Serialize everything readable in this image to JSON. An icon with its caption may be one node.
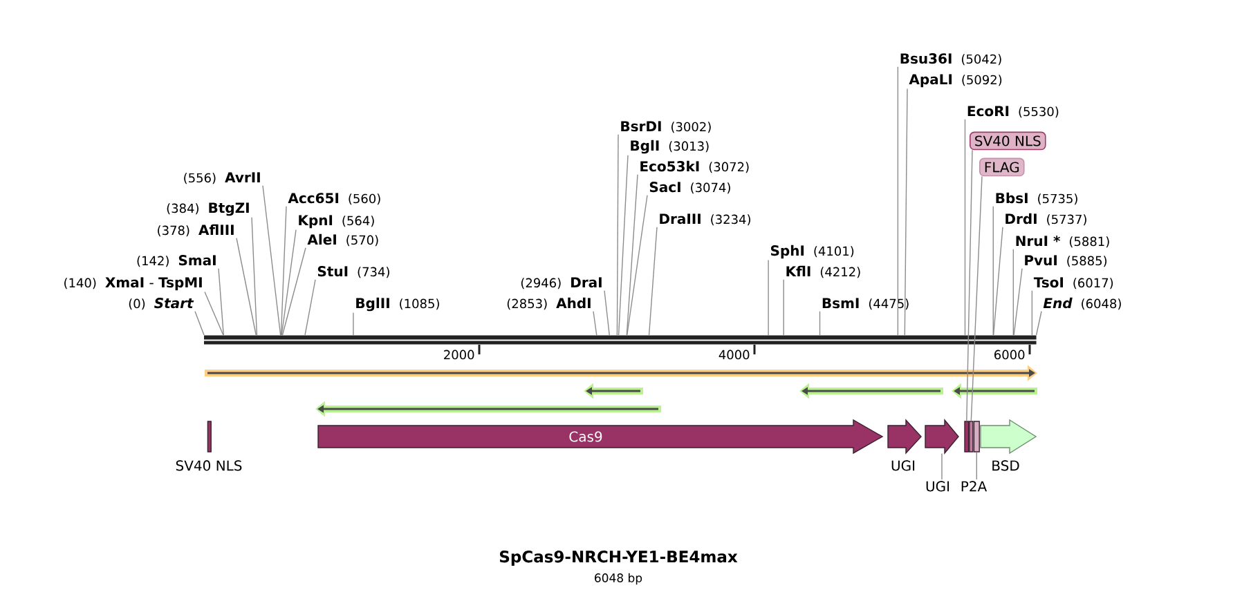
{
  "diagram": {
    "title": "SpCas9-NRCH-YE1-BE4max",
    "caption": "6048 bp",
    "nodes": [
      {
        "text": [],
        "shape": "bar",
        "beside": [
          "2000",
          "4000",
          "6000"
        ]
      },
      {
        "text": [
          "(0)",
          "Start"
        ]
      },
      {
        "text": [
          "(140)",
          "**XmaI** - **TspMI**"
        ]
      },
      {
        "text": [
          "(142)",
          "SmaI"
        ]
      },
      {
        "text": [
          "(378)",
          "AflIII"
        ]
      },
      {
        "text": [
          "(384)",
          "BtgZI"
        ]
      },
      {
        "text": [
          "(556)",
          "AvrII"
        ]
      },
      {
        "text": [
          "Acc65I",
          "(560)"
        ]
      },
      {
        "text": [
          "KpnI",
          "(564)"
        ]
      },
      {
        "text": [
          "AleI",
          "(570)"
        ]
      },
      {
        "text": [
          "StuI",
          "(734)"
        ]
      },
      {
        "text": [
          "BglII",
          "(1085)"
        ]
      },
      {
        "text": [
          "(2853)",
          "AhdI"
        ]
      },
      {
        "text": [
          "(2946)",
          "DraI"
        ]
      },
      {
        "text": [
          "BsrDI",
          "(3002)"
        ]
      },
      {
        "text": [
          "BglI",
          "(3013)"
        ]
      },
      {
        "text": [
          "Eco53kI",
          "(3072)"
        ]
      },
      {
        "text": [
          "SacI",
          "(3074)"
        ]
      },
      {
        "text": [
          "DraIII",
          "(3234)"
        ]
      },
      {
        "text": [
          "SphI",
          "(4101)"
        ]
      },
      {
        "text": [
          "KflI",
          "(4212)"
        ]
      },
      {
        "text": [
          "BsmI",
          "(4475)"
        ]
      },
      {
        "text": [
          "Bsu36I",
          "(5042)"
        ]
      },
      {
        "text": [
          "ApaLI",
          "(5092)"
        ]
      },
      {
        "text": [
          "EcoRI",
          "(5530)"
        ]
      },
      {
        "text": [
          "BbsI",
          "(5735)"
        ]
      },
      {
        "text": [
          "DrdI",
          "(5737)"
        ]
      },
      {
        "text": [
          "NruI *",
          "(5881)"
        ]
      },
      {
        "text": [
          "PvuI",
          "(5885)"
        ]
      },
      {
        "text": [
          "TsoI",
          "(6017)"
        ]
      },
      {
        "text": [
          "End",
          "(6048)"
        ]
      },
      {
        "text": [
          "SV40 NLS"
        ]
      },
      {
        "text": [
          "FLAG"
        ]
      },
      {
        "text": [
          "SV40 NLS"
        ]
      },
      {
        "text": [
          "Cas9"
        ]
      },
      {
        "text": [
          "UGI"
        ]
      },
      {
        "text": [],
        "shape": "arrow"
      },
      {
        "text": [],
        "shape": "box"
      },
      {
        "text": [],
        "shape": "box"
      },
      {
        "text": [],
        "shape": "box"
      },
      {
        "text": [
          "BSD"
        ]
      },
      {
        "text": [
          "UGI"
        ]
      },
      {
        "text": [
          "P2A"
        ]
      }
    ],
    "edges": [
      {
        "from": 1,
        "to": 0,
        "arrow": "none"
      },
      {
        "from": 2,
        "to": 0,
        "arrow": "none"
      },
      {
        "from": 3,
        "to": 0,
        "arrow": "none"
      },
      {
        "from": 4,
        "to": 0,
        "arrow": "none"
      },
      {
        "from": 5,
        "to": 0,
        "arrow": "none"
      },
      {
        "from": 6,
        "to": 0,
        "arrow": "none"
      },
      {
        "from": 7,
        "to": 0,
        "arrow": "none"
      },
      {
        "from": 8,
        "to": 0,
        "arrow": "none"
      },
      {
        "from": 9,
        "to": 0,
        "arrow": "none"
      },
      {
        "from": 10,
        "to": 0,
        "arrow": "none"
      },
      {
        "from": 11,
        "to": 0,
        "arrow": "none"
      },
      {
        "from": 12,
        "to": 0,
        "arrow": "none"
      },
      {
        "from": 13,
        "to": 0,
        "arrow": "none"
      },
      {
        "from": 14,
        "to": 0,
        "arrow": "none"
      },
      {
        "from": 15,
        "to": 0,
        "arrow": "none"
      },
      {
        "from": 16,
        "to": 0,
        "arrow": "none"
      },
      {
        "from": 17,
        "to": 0,
        "arrow": "none"
      },
      {
        "from": 18,
        "to": 0,
        "arrow": "none"
      },
      {
        "from": 19,
        "to": 0,
        "arrow": "none"
      },
      {
        "from": 20,
        "to": 0,
        "arrow": "none"
      },
      {
        "from": 21,
        "to": 0,
        "arrow": "none"
      },
      {
        "from": 22,
        "to": 0,
        "arrow": "none"
      },
      {
        "from": 23,
        "to": 0,
        "arrow": "none"
      },
      {
        "from": 24,
        "to": 0,
        "arrow": "none"
      },
      {
        "from": 25,
        "to": 0,
        "arrow": "none"
      },
      {
        "from": 26,
        "to": 0,
        "arrow": "none"
      },
      {
        "from": 27,
        "to": 0,
        "arrow": "none"
      },
      {
        "from": 28,
        "to": 0,
        "arrow": "none"
      },
      {
        "from": 29,
        "to": 0,
        "arrow": "none"
      },
      {
        "from": 30,
        "to": 0,
        "arrow": "none"
      },
      {
        "from": 31,
        "to": 37,
        "arrow": "none"
      },
      {
        "from": 32,
        "to": 38,
        "arrow": "none"
      },
      {
        "from": 41,
        "to": 36,
        "arrow": "none"
      },
      {
        "from": 42,
        "to": 39,
        "arrow": "none"
      }
    ]
  }
}
